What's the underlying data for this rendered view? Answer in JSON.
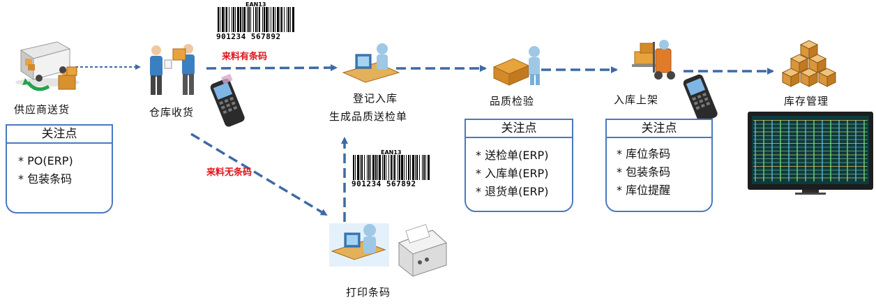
{
  "steps": {
    "supplier": "供应商送货",
    "warehouse_receive": "仓库收货",
    "register_line1": "登记入库",
    "register_line2": "生成品质送检单",
    "quality_check": "品质检验",
    "shelving": "入库上架",
    "inventory": "库存管理",
    "print_barcode": "打印条码"
  },
  "branch_labels": {
    "has_barcode": "来料有条码",
    "no_barcode": "来料无条码"
  },
  "barcodes": {
    "top": {
      "symbology": "EAN13",
      "number": "901234 567892"
    },
    "middle": {
      "symbology": "EAN13",
      "number": "901234 567892"
    }
  },
  "focus_panels": {
    "supplier": {
      "title": "关注点",
      "items": [
        "* PO(ERP)",
        "* 包装条码"
      ]
    },
    "quality": {
      "title": "关注点",
      "items": [
        "* 送检单(ERP)",
        "* 入库单(ERP)",
        "* 退货单(ERP)"
      ]
    },
    "shelving": {
      "title": "关注点",
      "items": [
        "* 库位条码",
        "* 包装条码",
        "* 库位提醒"
      ]
    }
  },
  "colors": {
    "arrow": "#3d6aa6",
    "panel_border": "#4a78c0",
    "branch_label": "#e0141b"
  }
}
